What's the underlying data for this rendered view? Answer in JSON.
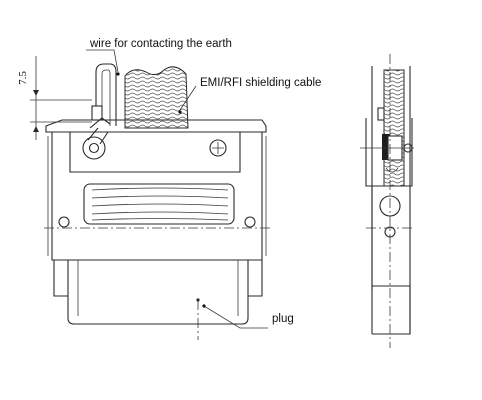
{
  "labels": {
    "wire": "wire for contacting the earth",
    "cable": "EMI/RFI shielding cable",
    "plug": "plug"
  },
  "dimension": "7.5",
  "colors": {
    "line": "#2a2a2a",
    "background": "#ffffff"
  }
}
